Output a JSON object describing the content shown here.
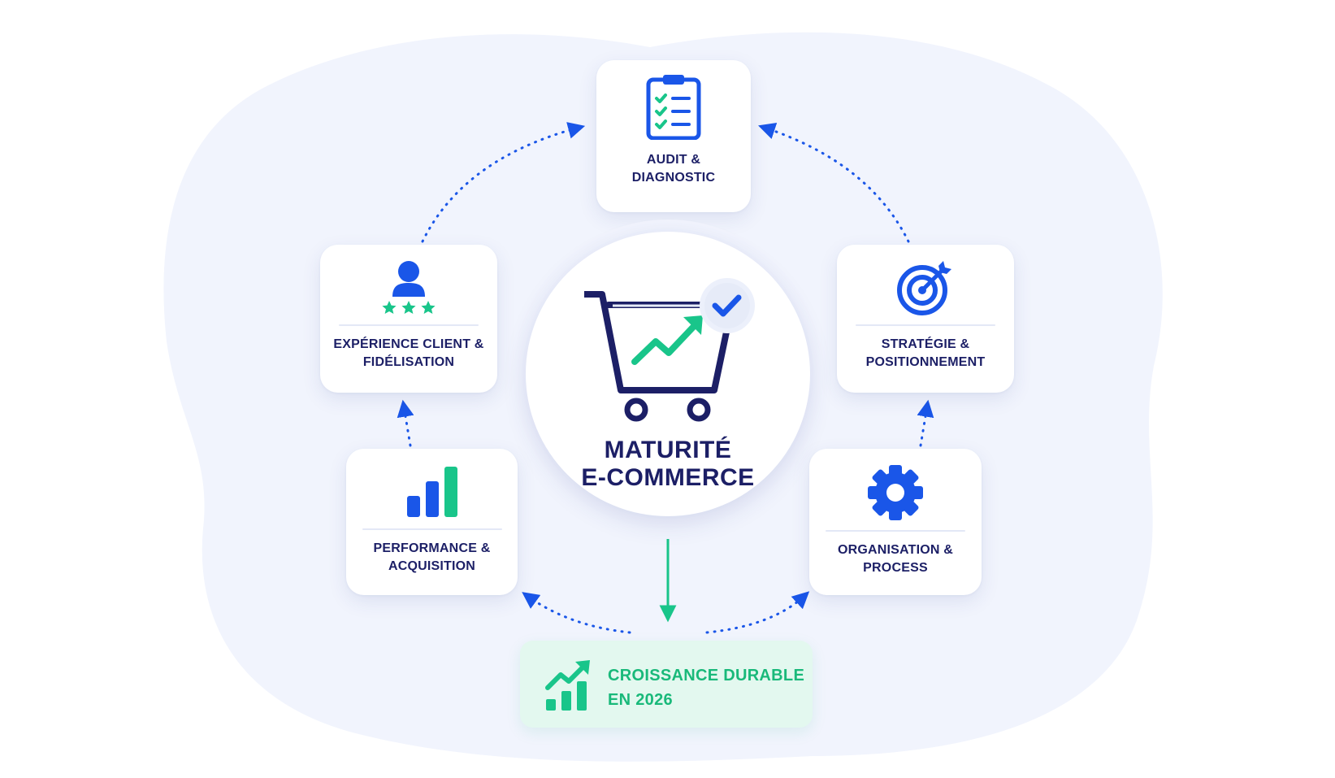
{
  "center": {
    "title_line1": "MATURITÉ",
    "title_line2": "E-COMMERCE",
    "icon": "shopping-cart-growth-icon"
  },
  "steps": {
    "audit": {
      "line1": "AUDIT &",
      "line2": "DIAGNOSTIC",
      "icon": "clipboard-checklist-icon"
    },
    "strategie": {
      "line1": "STRATÉGIE &",
      "line2": "POSITIONNEMENT",
      "icon": "target-icon"
    },
    "organisation": {
      "line1": "ORGANISATION &",
      "line2": "PROCESS",
      "icon": "gear-icon"
    },
    "performance": {
      "line1": "PERFORMANCE &",
      "line2": "ACQUISITION",
      "icon": "bar-chart-icon"
    },
    "experience": {
      "line1": "EXPÉRIENCE CLIENT &",
      "line2": "FIDÉLISATION",
      "icon": "user-rating-icon"
    }
  },
  "outcome": {
    "line1": "CROISSANCE DURABLE",
    "line2": "EN 2026",
    "icon": "growth-chart-icon"
  },
  "colors": {
    "navy": "#1c1f66",
    "blue": "#1a56e8",
    "green": "#19c58a",
    "blob": "#f1f4fd",
    "outcome_bg": "#e3f8ef"
  }
}
